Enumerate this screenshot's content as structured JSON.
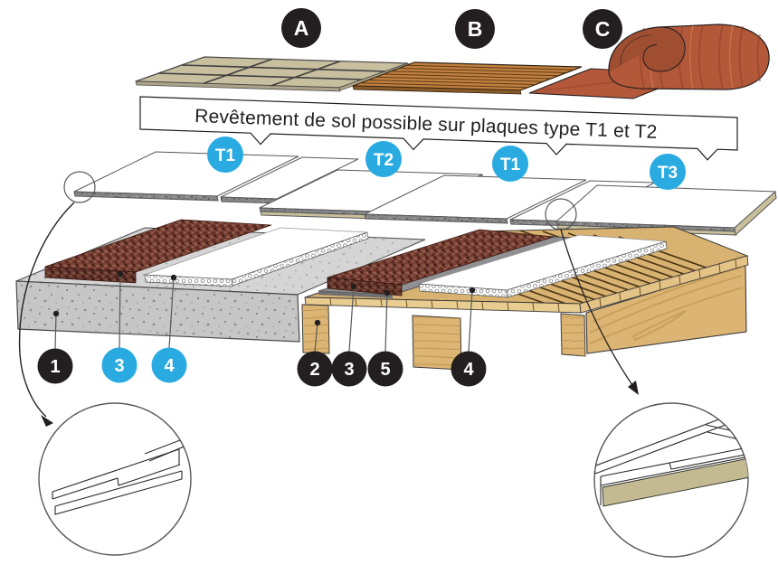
{
  "banner": {
    "text": "Revêtement de sol possible sur plaques type T1 et T2"
  },
  "covering_markers": {
    "a": "A",
    "b": "B",
    "c": "C"
  },
  "plate_markers": {
    "p1": "T1",
    "p2": "T2",
    "p3": "T1",
    "p4": "T3"
  },
  "layer_markers": {
    "concrete_slab": "1",
    "insulation_left": "3",
    "board_left": "4",
    "joist": "2",
    "insulation_right": "3",
    "membrane": "5",
    "board_right": "4"
  },
  "colors": {
    "accent_cyan": "#29ABE2",
    "marker_black": "#231F20",
    "insulation_brown": "#7C4237",
    "wood": "#DCB574",
    "concrete": "#C9C9C9",
    "underlay_beige": "#C3BA92"
  }
}
